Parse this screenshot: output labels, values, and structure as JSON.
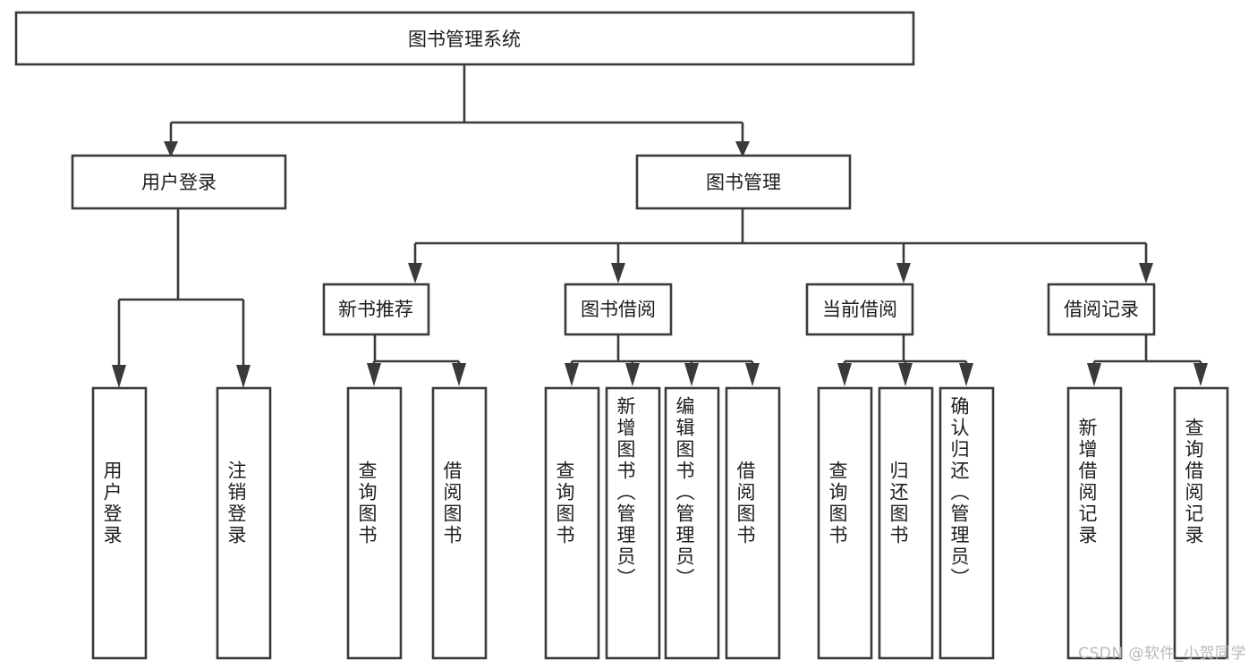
{
  "diagram": {
    "type": "tree-hierarchy-chart",
    "title_text": "图书管理系统",
    "orientation": "top-down",
    "colors": {
      "box_fill": "#ffffff",
      "box_stroke": "#3a3a3a",
      "text": "#1d1d1d",
      "background": "#ffffff",
      "watermark": "#b9b9b9"
    },
    "root": {
      "label": "图书管理系统"
    },
    "level1": [
      {
        "label": "用户登录"
      },
      {
        "label": "图书管理"
      }
    ],
    "level2": [
      {
        "label": "新书推荐"
      },
      {
        "label": "图书借阅"
      },
      {
        "label": "当前借阅"
      },
      {
        "label": "借阅记录"
      }
    ],
    "leaves": {
      "user_login": [
        {
          "label": "用户登录"
        },
        {
          "label": "注销登录"
        }
      ],
      "new_book_recommend": [
        {
          "label": "查询图书"
        },
        {
          "label": "借阅图书"
        }
      ],
      "book_borrow": [
        {
          "label": "查询图书"
        },
        {
          "label": "新增图书（管理员）"
        },
        {
          "label": "编辑图书（管理员）"
        },
        {
          "label": "借阅图书"
        }
      ],
      "current_borrow": [
        {
          "label": "查询图书"
        },
        {
          "label": "归还图书"
        },
        {
          "label": "确认归还（管理员）"
        }
      ],
      "borrow_record": [
        {
          "label": "新增借阅记录"
        },
        {
          "label": "查询借阅记录"
        }
      ]
    }
  },
  "watermark": {
    "text": "CSDN @软件_小贺同学"
  }
}
